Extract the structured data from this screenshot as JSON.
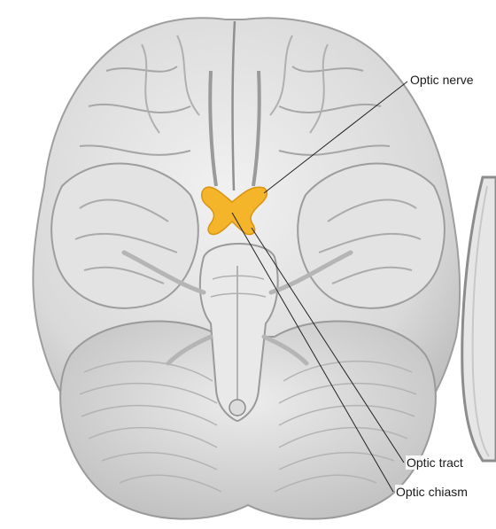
{
  "labels": {
    "optic_nerve": "Optic nerve",
    "optic_tract": "Optic tract",
    "optic_chiasm": "Optic chiasm"
  },
  "colors": {
    "brain": "#dcdcdc",
    "brain_shadow": "#b9b9b9",
    "fold": "#a8a8a8",
    "highlight": "#f5b52a",
    "leader_line": "#222222"
  }
}
